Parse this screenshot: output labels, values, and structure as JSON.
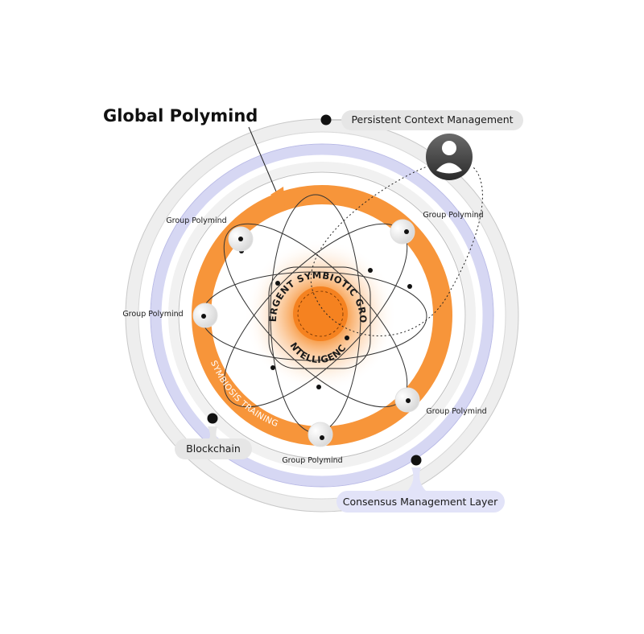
{
  "title": "Global Polymind",
  "core_label": "EMERGENT SYMBIOTIC GROUP INTELLIGENCE",
  "training_label": "SYMBIOSIS TRAINING",
  "pills": {
    "context": "Persistent Context Management",
    "blockchain": "Blockchain",
    "consensus": "Consensus Management Layer"
  },
  "groups": {
    "top_left": "Group Polymind",
    "top_right": "Group Polymind",
    "left": "Group Polymind",
    "bottom_right": "Group Polymind",
    "bottom": "Group Polymind"
  },
  "icons": {
    "user": "user-avatar-icon"
  },
  "colors": {
    "orange": "#F7953A",
    "orange_deep": "#F58220",
    "lavender": "#D6D7F3",
    "pill_gray": "#E6E6E6",
    "pill_lavender": "#E2E3F8",
    "dark": "#111111"
  }
}
